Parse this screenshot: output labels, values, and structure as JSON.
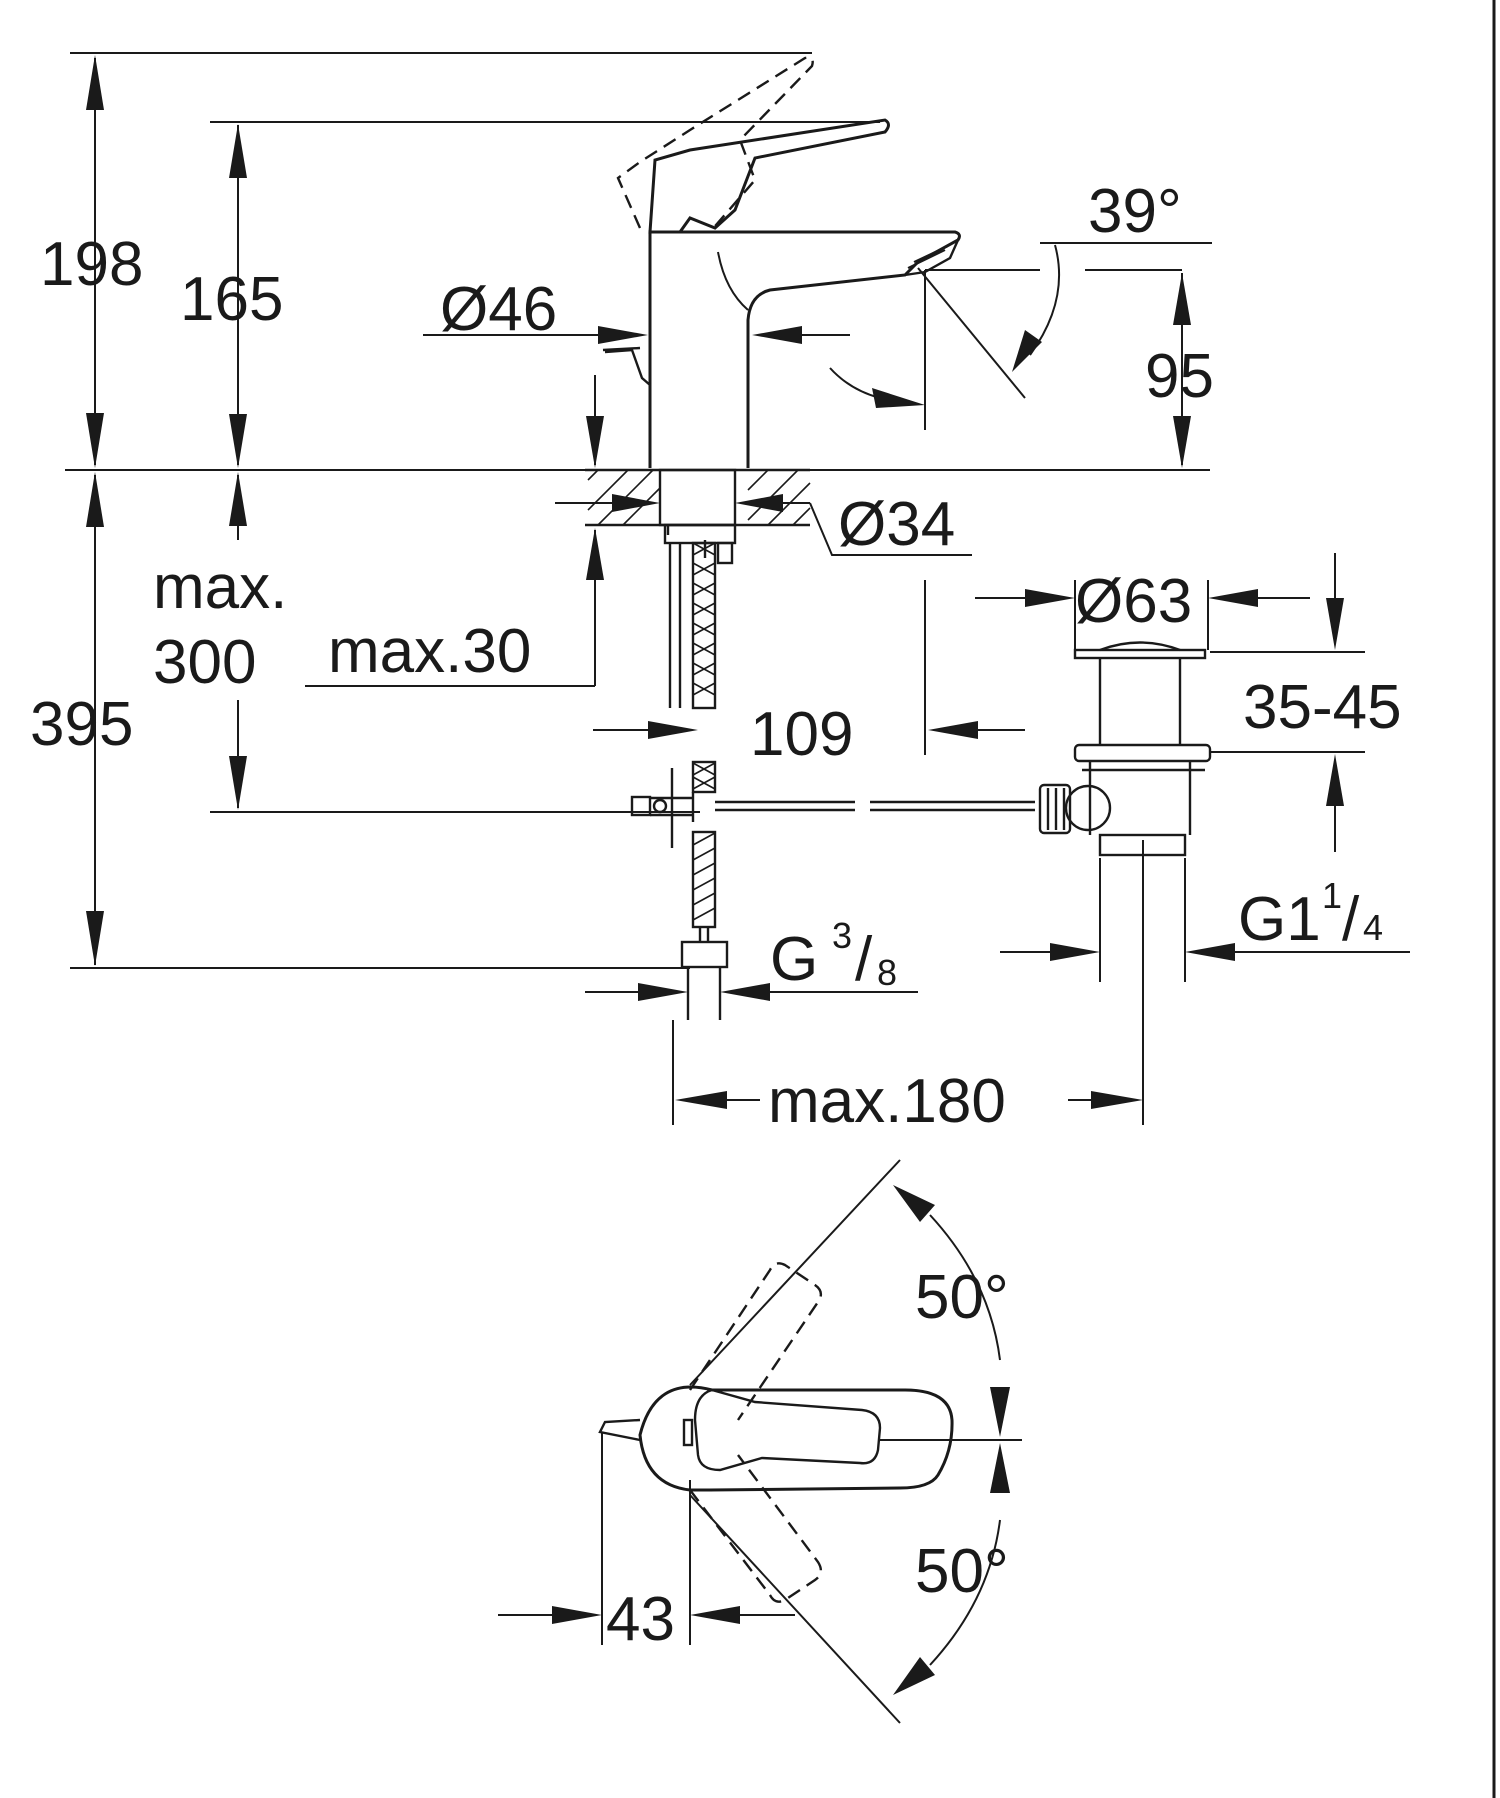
{
  "dimensions": {
    "height_total": "198",
    "height_spout_top": "165",
    "body_diameter": "Ø46",
    "spout_angle": "39°",
    "spout_height": "95",
    "hole_diameter": "Ø34",
    "waste_diameter": "Ø63",
    "max_deck_thickness": "max.30",
    "max_under": "max.",
    "max_under_value": "300",
    "total_below": "395",
    "spout_reach": "109",
    "waste_range": "35-45",
    "supply_thread_main": "G",
    "supply_thread_num": "3",
    "supply_thread_den": "8",
    "waste_thread_main": "G1",
    "waste_thread_num": "1",
    "waste_thread_den": "4",
    "pull_rod_max": "max.180",
    "lever_angle_left": "50°",
    "lever_angle_right": "50°",
    "lever_offset": "43"
  }
}
